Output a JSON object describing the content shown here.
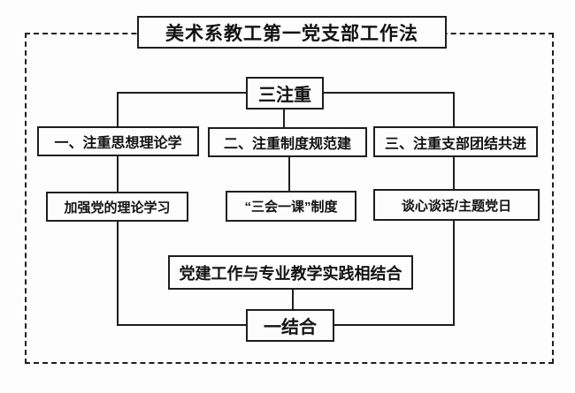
{
  "page": {
    "background_color": "#fdfdfd",
    "line_color": "#1e1e1e",
    "box_background_color": "#fdfdfd"
  },
  "diagram": {
    "title": "美术系教工第一党支部工作法",
    "top_node": "三注重",
    "branches": [
      {
        "heading": "一、注重思想理论学",
        "detail": "加强党的理论学习"
      },
      {
        "heading": "二、注重制度规范建",
        "detail": "“三会一课”制度"
      },
      {
        "heading": "三、注重支部团结共进",
        "detail": "谈心谈话/主题党日"
      }
    ],
    "integration": "党建工作与专业教学实践相结合",
    "bottom_node": "一结合"
  }
}
